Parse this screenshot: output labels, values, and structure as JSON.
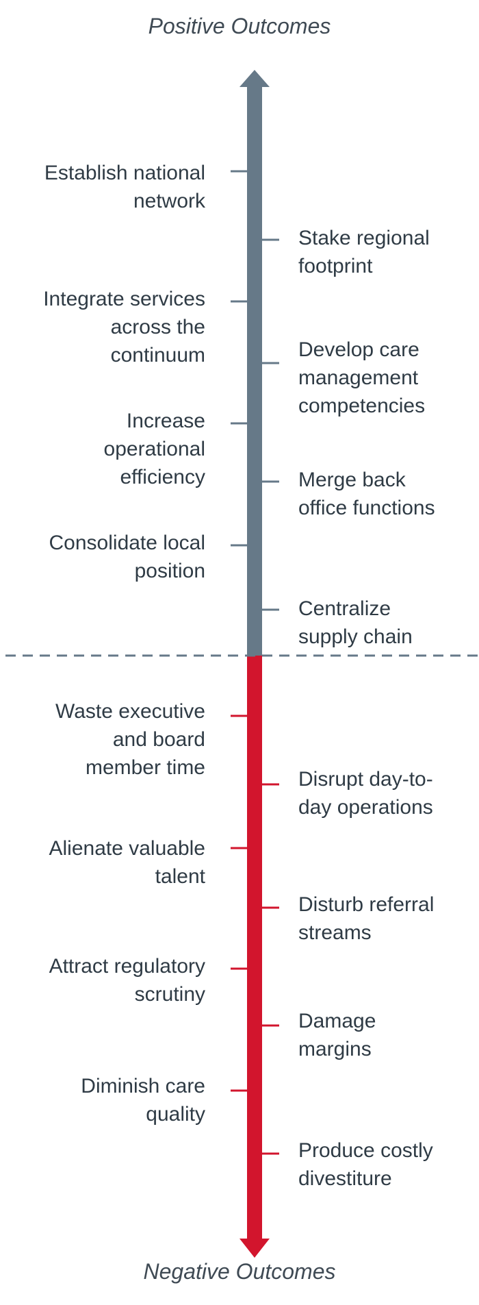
{
  "top_caption": "Positive Outcomes",
  "bottom_caption": "Negative Outcomes",
  "colors": {
    "positive": "#667988",
    "negative": "#d2152d",
    "text": "#2f3b45",
    "dash": "#667988"
  },
  "positive": {
    "left": [
      {
        "lines": [
          "Establish national",
          "network"
        ]
      },
      {
        "lines": [
          "Integrate services",
          "across the",
          "continuum"
        ]
      },
      {
        "lines": [
          "Increase",
          "operational",
          "efficiency"
        ]
      },
      {
        "lines": [
          "Consolidate local",
          "position"
        ]
      }
    ],
    "right": [
      {
        "lines": [
          "Stake regional",
          "footprint"
        ]
      },
      {
        "lines": [
          "Develop care",
          "management",
          "competencies"
        ]
      },
      {
        "lines": [
          "Merge back",
          "office functions"
        ]
      },
      {
        "lines": [
          "Centralize",
          "supply chain"
        ]
      }
    ]
  },
  "negative": {
    "left": [
      {
        "lines": [
          "Waste executive",
          "and board",
          "member time"
        ]
      },
      {
        "lines": [
          "Alienate valuable",
          "talent"
        ]
      },
      {
        "lines": [
          "Attract regulatory",
          "scrutiny"
        ]
      },
      {
        "lines": [
          "Diminish care",
          "quality"
        ]
      }
    ],
    "right": [
      {
        "lines": [
          "Disrupt day-to-",
          "day operations"
        ]
      },
      {
        "lines": [
          "Disturb referral",
          "streams"
        ]
      },
      {
        "lines": [
          "Damage",
          "margins"
        ]
      },
      {
        "lines": [
          "Produce costly",
          "divestiture"
        ]
      }
    ]
  }
}
